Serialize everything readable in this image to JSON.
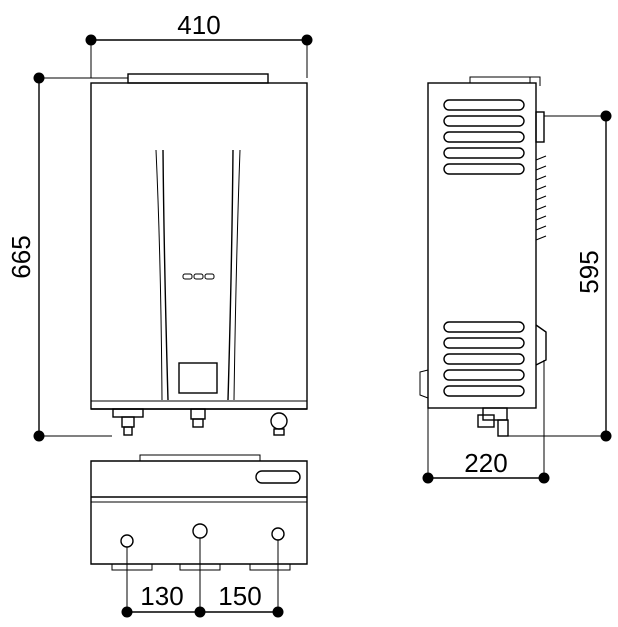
{
  "dimensions": {
    "width": "410",
    "height": "665",
    "depth": "220",
    "mount_height": "595",
    "spacing_left": "130",
    "spacing_right": "150"
  }
}
